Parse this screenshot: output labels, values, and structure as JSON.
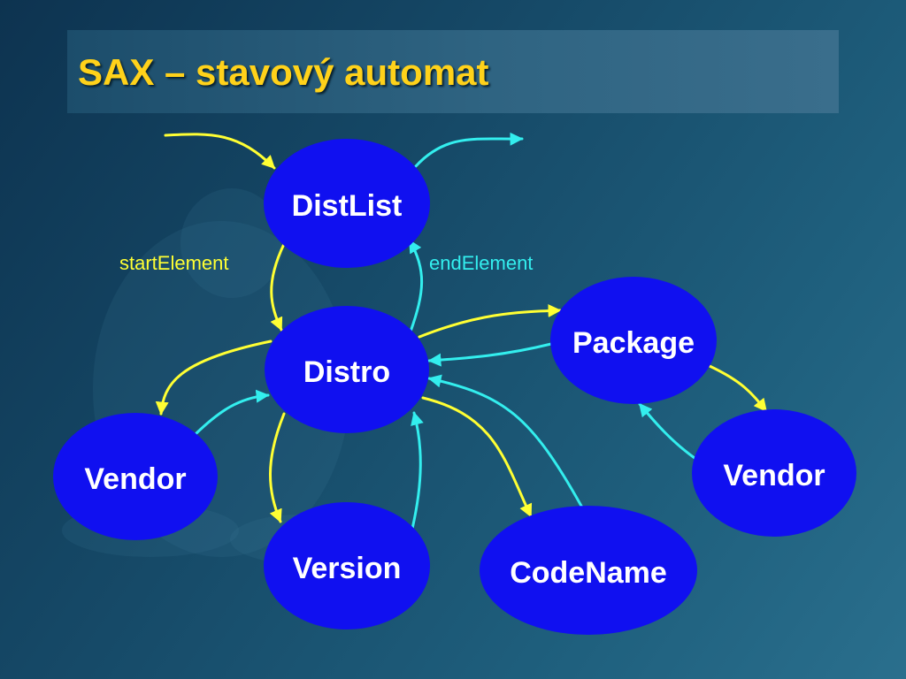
{
  "title": "SAX – stavový automat",
  "colors": {
    "node_fill": "#1010f0",
    "start_edge": "#ffff33",
    "end_edge": "#33eeee",
    "title_text": "#ffd21a"
  },
  "nodes": {
    "distlist": "DistList",
    "distro": "Distro",
    "package": "Package",
    "vendor_left": "Vendor",
    "vendor_right": "Vendor",
    "version": "Version",
    "codename": "CodeName"
  },
  "edge_labels": {
    "start": "startElement",
    "end": "endElement"
  },
  "edges": [
    {
      "from": "(start)",
      "to": "DistList",
      "type": "startElement"
    },
    {
      "from": "DistList",
      "to": "(end)",
      "type": "endElement"
    },
    {
      "from": "DistList",
      "to": "Distro",
      "type": "startElement"
    },
    {
      "from": "Distro",
      "to": "DistList",
      "type": "endElement"
    },
    {
      "from": "Distro",
      "to": "Package",
      "type": "startElement"
    },
    {
      "from": "Package",
      "to": "Distro",
      "type": "endElement"
    },
    {
      "from": "Distro",
      "to": "Vendor",
      "type": "startElement"
    },
    {
      "from": "Vendor",
      "to": "Distro",
      "type": "endElement"
    },
    {
      "from": "Distro",
      "to": "Version",
      "type": "startElement"
    },
    {
      "from": "Version",
      "to": "Distro",
      "type": "endElement"
    },
    {
      "from": "Distro",
      "to": "CodeName",
      "type": "startElement"
    },
    {
      "from": "CodeName",
      "to": "Distro",
      "type": "endElement"
    },
    {
      "from": "Package",
      "to": "Vendor",
      "type": "startElement"
    },
    {
      "from": "Vendor",
      "to": "Package",
      "type": "endElement"
    }
  ]
}
